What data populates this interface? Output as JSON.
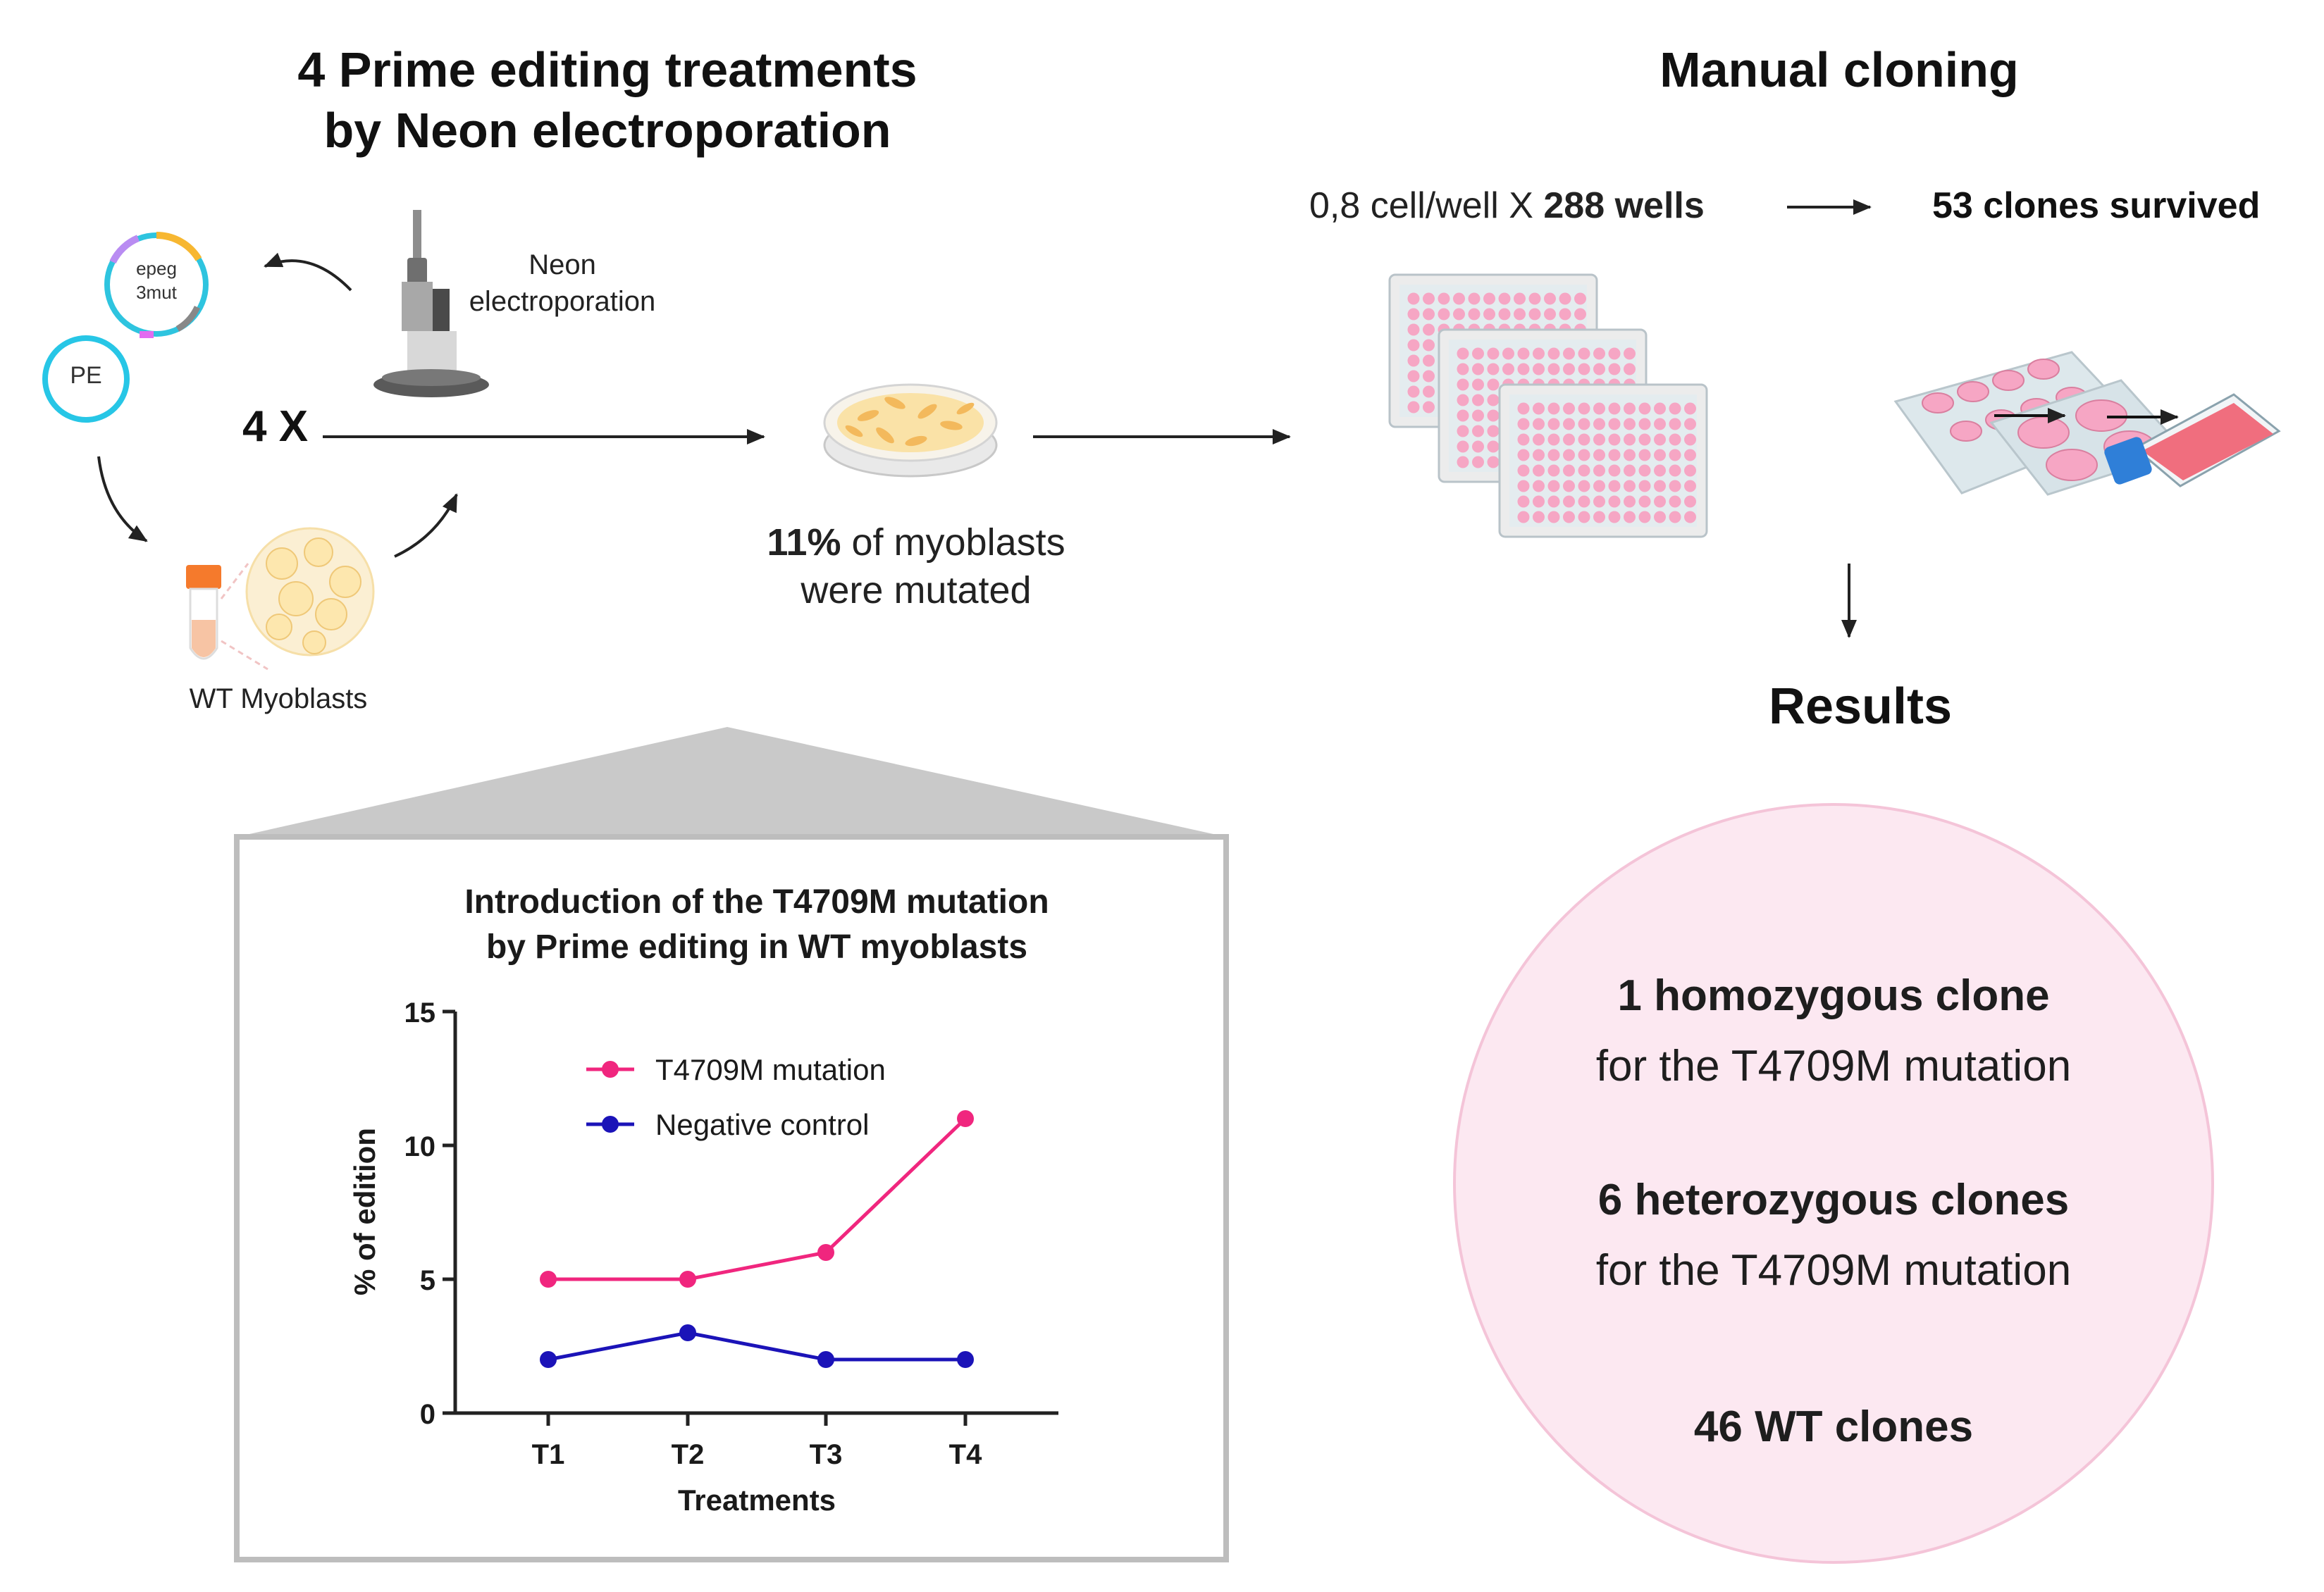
{
  "left_section": {
    "title_line1": "4 Prime editing treatments",
    "title_line2": "by Neon electroporation",
    "plasmid_label_line1": "epeg",
    "plasmid_label_line2": "3mut",
    "pe_label": "PE",
    "device_label_line1": "Neon",
    "device_label_line2": "electroporation",
    "repeat_label": "4 X",
    "cells_label": "WT Myoblasts"
  },
  "middle_section": {
    "percent_value": "11%",
    "percent_rest": " of myoblasts",
    "line2": "were mutated"
  },
  "right_section": {
    "title": "Manual cloning",
    "seeding_prefix": "0,8 cell/well X ",
    "seeding_bold": "288 wells",
    "survived": "53 clones survived",
    "results_title": "Results",
    "homozygous_bold": "1 homozygous clone",
    "homozygous_rest": "for the T4709M mutation",
    "heterozygous_bold": "6 heterozygous clones",
    "heterozygous_rest": "for the T4709M mutation",
    "wt_clones": "46 WT clones"
  },
  "colors": {
    "pink_series": "#f0267e",
    "blue_series": "#1b13b8",
    "well_pink": "#f6a6c4",
    "circle_fill": "#fce8f1",
    "circle_stroke": "#f4c4d8",
    "callout_gray": "#c9c9c9"
  },
  "chart_data": {
    "type": "line",
    "title_line1": "Introduction of the T4709M mutation",
    "title_line2": "by Prime editing in WT myoblasts",
    "xlabel": "Treatments",
    "ylabel": "% of edition",
    "categories": [
      "T1",
      "T2",
      "T3",
      "T4"
    ],
    "yticks": [
      "0",
      "5",
      "10",
      "15"
    ],
    "ylim": [
      0,
      15
    ],
    "grid": false,
    "legend_position": "top-center",
    "series": [
      {
        "name": "T4709M mutation",
        "values": [
          5,
          5,
          6,
          11
        ],
        "color": "#f0267e"
      },
      {
        "name": "Negative control",
        "values": [
          2,
          3,
          2,
          2
        ],
        "color": "#1b13b8"
      }
    ]
  }
}
